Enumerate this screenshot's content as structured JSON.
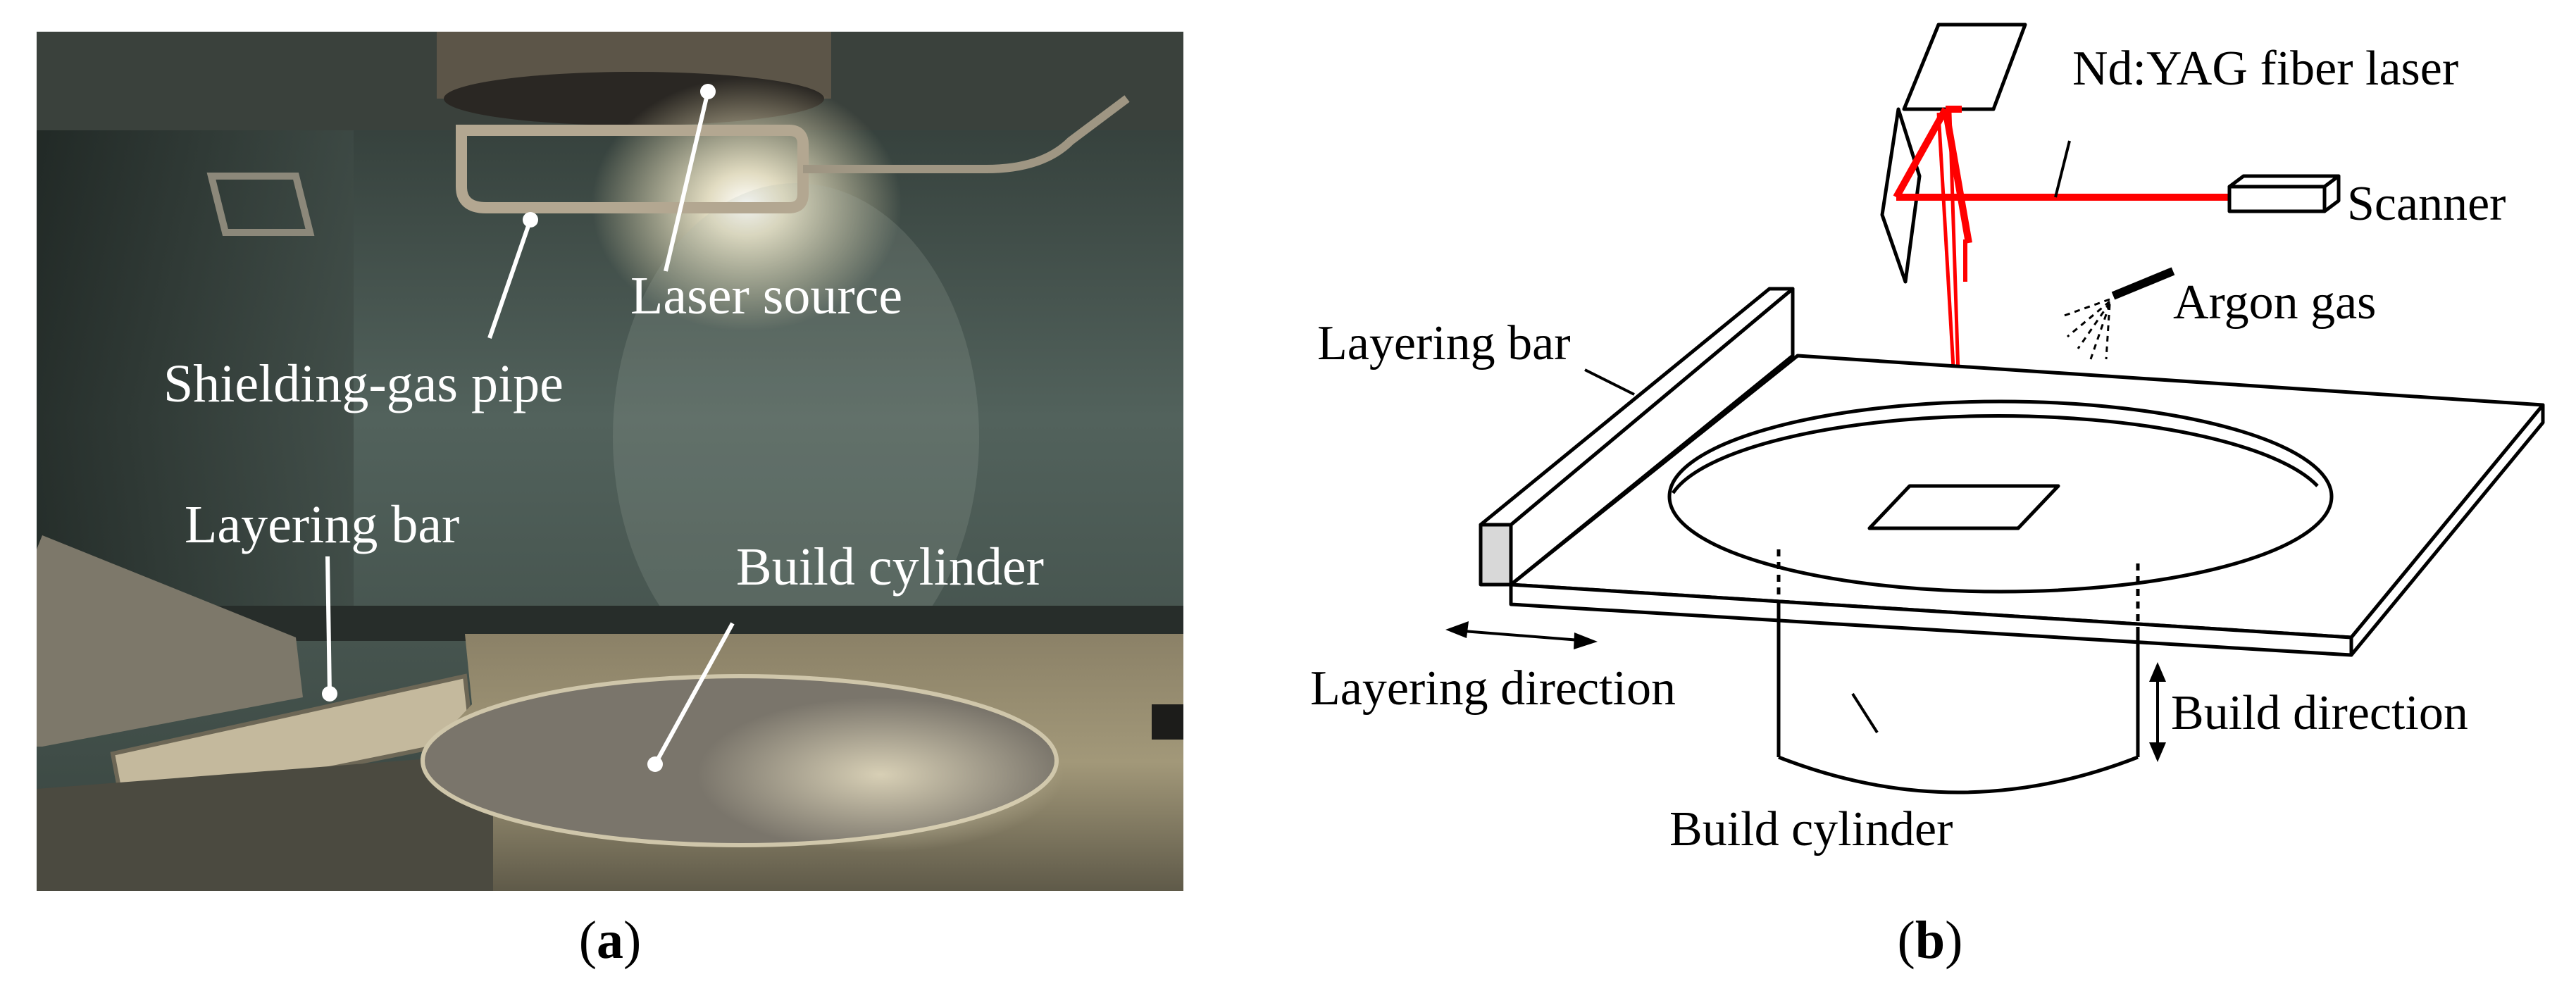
{
  "photo": {
    "labels": {
      "laser_source": "Laser source",
      "shielding_gas_pipe": "Shielding-gas pipe",
      "layering_bar": "Layering bar",
      "build_cylinder": "Build cylinder"
    },
    "caption_letter": "a"
  },
  "schematic": {
    "labels": {
      "laser": "Nd:YAG fiber laser",
      "scanner": "Scanner",
      "argon_gas": "Argon gas",
      "layering_bar": "Layering bar",
      "layering_direction": "Layering direction",
      "build_direction": "Build direction",
      "build_cylinder": "Build cylinder"
    },
    "laser_color": "#ff0000",
    "caption_letter": "b"
  }
}
